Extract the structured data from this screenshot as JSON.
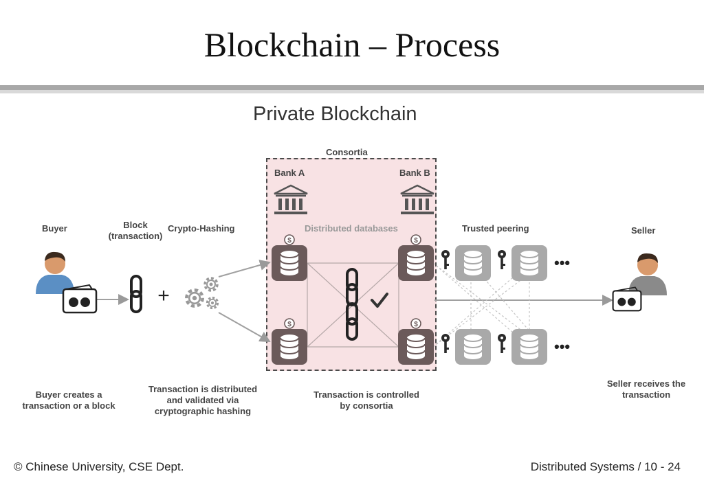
{
  "slide": {
    "title": "Blockchain – Process",
    "footer_left": "© Chinese University, CSE Dept.",
    "footer_right": "Distributed Systems / 10 - 24"
  },
  "diagram": {
    "title": "Private Blockchain",
    "labels": {
      "buyer": "Buyer",
      "block_line1": "Block",
      "block_line2": "(transaction)",
      "crypto_hashing": "Crypto-Hashing",
      "consortia": "Consortia",
      "bank_a": "Bank A",
      "bank_b": "Bank B",
      "distributed_db": "Distributed databases",
      "trusted_peering": "Trusted peering",
      "seller": "Seller",
      "dollar": "$",
      "plus": "+",
      "ellipsis": "•••"
    },
    "captions": {
      "buyer_1": "Buyer creates a",
      "buyer_2": "transaction or a block",
      "hash_1": "Transaction is distributed",
      "hash_2": "and validated via",
      "hash_3": "cryptographic hashing",
      "consortia_1": "Transaction is controlled",
      "consortia_2": "by consortia",
      "seller_1": "Seller receives the",
      "seller_2": "transaction"
    },
    "icons": [
      "buyer-person-icon",
      "wallet-icon",
      "chain-link-icon",
      "gears-icon",
      "bank-icon",
      "database-icon",
      "key-icon",
      "checkmark-icon",
      "seller-person-icon"
    ],
    "colors": {
      "consortia_fill": "#f8e2e4",
      "dark_db": "#6b5a5a",
      "peer_db": "#a9a9a9",
      "arrow": "#a0a0a0"
    }
  }
}
